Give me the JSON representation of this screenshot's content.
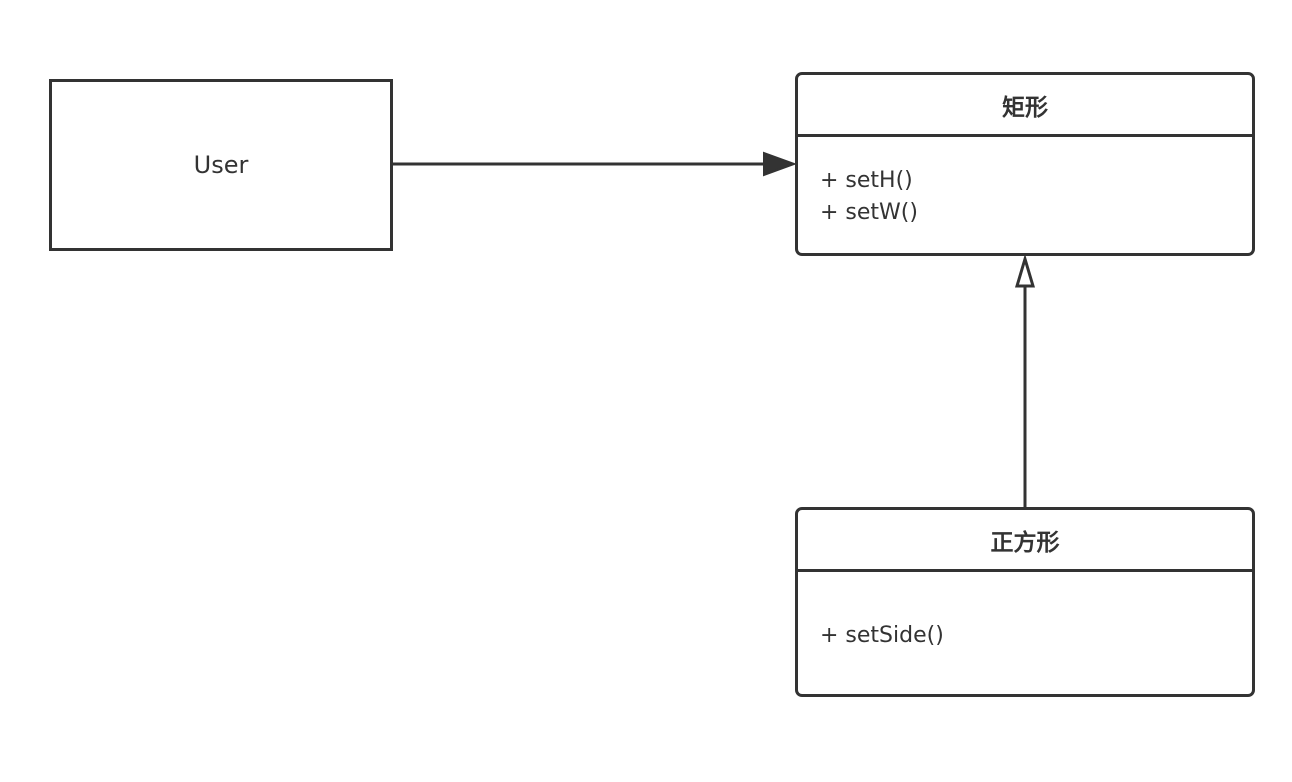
{
  "diagram": {
    "user": {
      "label": "User"
    },
    "rectangle_class": {
      "name": "矩形",
      "methods": [
        "+ setH()",
        "+ setW()"
      ]
    },
    "square_class": {
      "name": "正方形",
      "methods": [
        "+ setSide()"
      ]
    },
    "relations": [
      {
        "from": "User",
        "to": "矩形",
        "type": "association"
      },
      {
        "from": "正方形",
        "to": "矩形",
        "type": "generalization"
      }
    ]
  },
  "colors": {
    "stroke": "#333333",
    "background": "#ffffff"
  }
}
